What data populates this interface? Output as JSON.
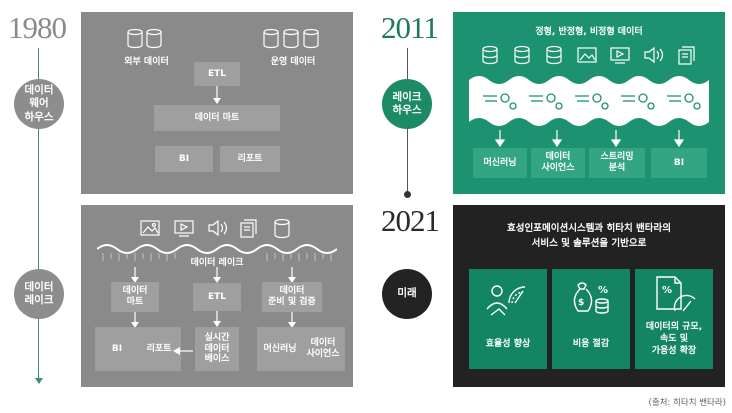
{
  "eras": {
    "y1980": {
      "year": "1980",
      "label": "데이터\n웨어\n하우스"
    },
    "y2011": {
      "year": "2011",
      "label": "레이크\n하우스"
    },
    "y2021": {
      "year": "2021",
      "label": "미래"
    },
    "lake": {
      "label": "데이터\n레이크"
    }
  },
  "warehouse": {
    "external": "외부 데이터",
    "operational": "운영 데이터",
    "etl": "ETL",
    "mart": "데이터 마트",
    "bi": "BI",
    "report": "리포트"
  },
  "lake": {
    "title": "데이터 레이크",
    "mart": "데이터\n마트",
    "etl": "ETL",
    "prep": "데이터\n준비 및 검증",
    "bi": "BI",
    "report": "리포트",
    "realtime": "실시간\n데이터\n베이스",
    "ml": "머신러닝",
    "ds": "데이터\n사이언스"
  },
  "lakehouse": {
    "title": "정형, 반정형, 비정형 데이터",
    "outputs": [
      "머신러닝",
      "데이터\n사이언스",
      "스트리밍\n분석",
      "BI"
    ]
  },
  "future": {
    "title": "효성인포메이션시스템과 히타치 밴타라의\n서비스 및 솔루션을 기반으로",
    "cards": [
      "효율성 향상",
      "비용 절감",
      "데이터의 규모,\n속도 및\n가용성 확장"
    ]
  },
  "source": "(출처: 히타치 밴타라)",
  "colors": {
    "gray": "#8a8a8a",
    "green": "#1c9270",
    "black": "#222222"
  }
}
